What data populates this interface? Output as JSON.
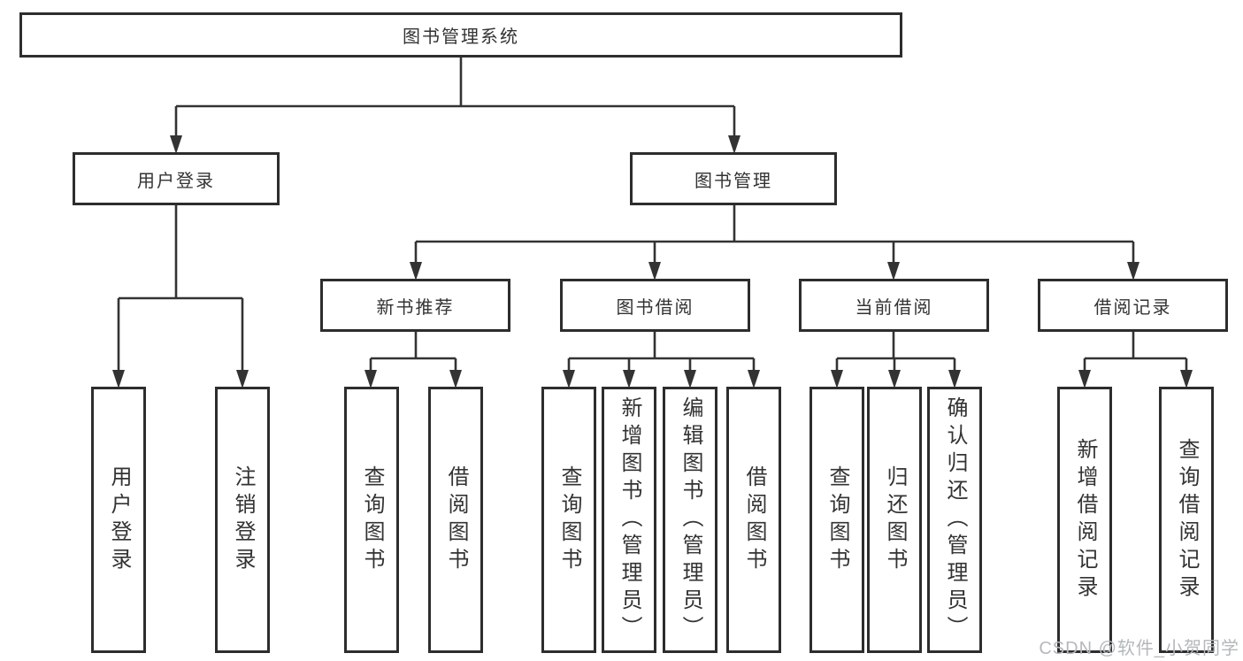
{
  "colors": {
    "line": "#333333",
    "box_border": "#2d2d2d",
    "text": "#333333",
    "watermark": "#b4b8bb",
    "background": "#ffffff"
  },
  "tree": {
    "label": "图书管理系统",
    "children": [
      {
        "label": "用户登录",
        "children": [
          {
            "label": "用户登录"
          },
          {
            "label": "注销登录"
          }
        ]
      },
      {
        "label": "图书管理",
        "children": [
          {
            "label": "新书推荐",
            "children": [
              {
                "label": "查询图书"
              },
              {
                "label": "借阅图书"
              }
            ]
          },
          {
            "label": "图书借阅",
            "children": [
              {
                "label": "查询图书"
              },
              {
                "label": "新增图书（管理员）"
              },
              {
                "label": "编辑图书（管理员）"
              },
              {
                "label": "借阅图书"
              }
            ]
          },
          {
            "label": "当前借阅",
            "children": [
              {
                "label": "查询图书"
              },
              {
                "label": "归还图书"
              },
              {
                "label": "确认归还（管理员）"
              }
            ]
          },
          {
            "label": "借阅记录",
            "children": [
              {
                "label": "新增借阅记录"
              },
              {
                "label": "查询借阅记录"
              }
            ]
          }
        ]
      }
    ]
  },
  "watermark": {
    "text": "CSDN @软件_小贺同学"
  }
}
